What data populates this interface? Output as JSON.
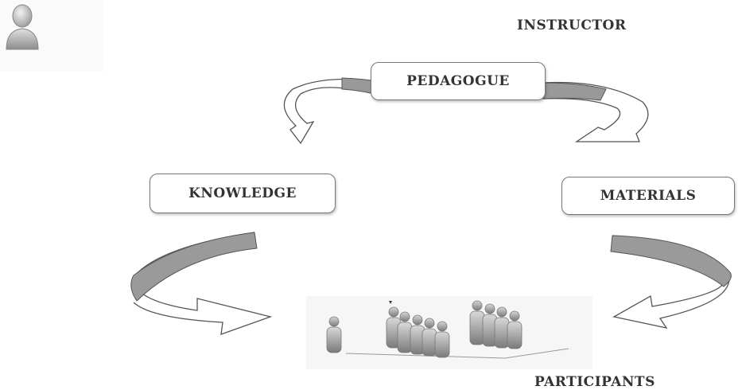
{
  "labels": {
    "instructor": "INSTRUCTOR",
    "participants": "PARTICIPANTS"
  },
  "nodes": {
    "pedagogue": "PEDAGOGUE",
    "knowledge": "KNOWLEDGE",
    "materials": "MATERIALS"
  },
  "icons": {
    "instructor": "person-icon",
    "participants": "people-group-icon"
  }
}
